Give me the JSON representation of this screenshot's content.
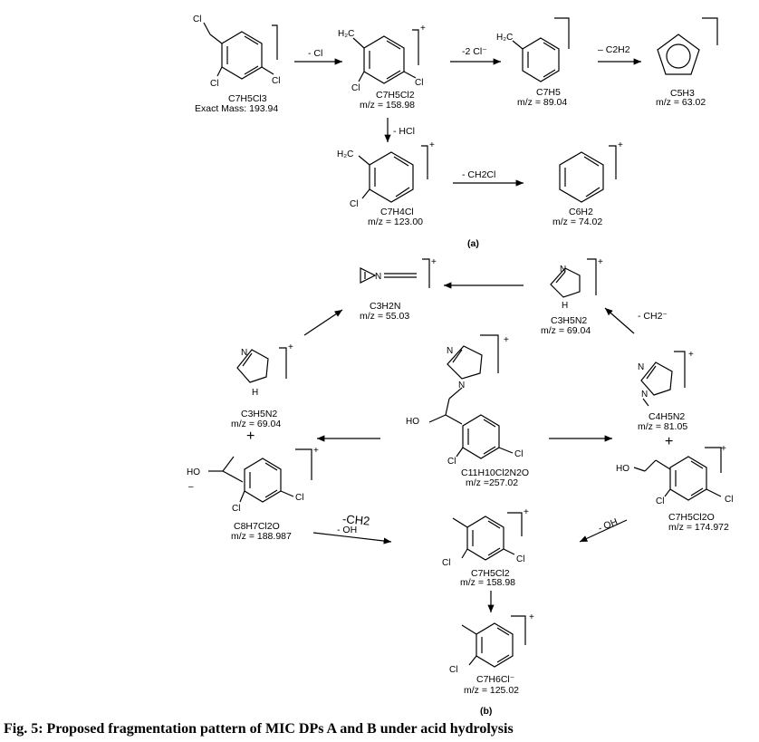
{
  "part_a": {
    "label": "(a)",
    "start": {
      "formula": "C7H5Cl3",
      "mass": "Exact Mass: 193.94"
    },
    "frag1": {
      "formula": "C7H5Cl2",
      "mz": "m/z = 158.98"
    },
    "frag2": {
      "formula": "C7H5",
      "mz": "m/z = 89.04"
    },
    "frag3": {
      "formula": "C5H3",
      "mz": "m/z = 63.02"
    },
    "frag4": {
      "formula": "C7H4Cl",
      "mz": "m/z = 123.00"
    },
    "frag5": {
      "formula": "C6H2",
      "mz": "m/z = 74.02"
    },
    "arrows": {
      "minus_cl": "- Cl",
      "minus_2cl": "-2 Cl⁻",
      "minus_c2h2": "– C2H2",
      "minus_hcl": "- HCl",
      "minus_ch2cl": "- CH2Cl"
    }
  },
  "part_b": {
    "label": "(b)",
    "parent": {
      "formula": "C11H10Cl2N2O",
      "mz": "m/z =257.02"
    },
    "c3h2n": {
      "formula": "C3H2N",
      "mz": "m/z = 55.03"
    },
    "c3h5n2_top": {
      "formula": "C3H5N2",
      "mz": "m/z = 69.04"
    },
    "c3h5n2_left": {
      "formula": "C3H5N2",
      "mz": "m/z = 69.04"
    },
    "c4h5n2": {
      "formula": "C4H5N2",
      "mz": "m/z = 81.05"
    },
    "c8h7cl2o": {
      "formula": "C8H7Cl2O",
      "mz": "m/z = 188.987"
    },
    "c7h5cl2o": {
      "formula": "C7H5Cl2O",
      "mz": "m/z = 174.972"
    },
    "c7h5cl2": {
      "formula": "C7H5Cl2",
      "mz": "m/z = 158.98"
    },
    "c7h6cl": {
      "formula": "C7H6Cl⁻",
      "mz": "m/z = 125.02"
    },
    "arrows": {
      "minus_ch2": "- CH2⁻",
      "minus_ch2_b": "-CH2",
      "minus_oh": "- OH",
      "minus_oh_b": "- OH"
    },
    "plus_sign": "+"
  },
  "caption": "Fig. 5: Proposed fragmentation pattern of MIC DPs A and B under acid hydrolysis"
}
